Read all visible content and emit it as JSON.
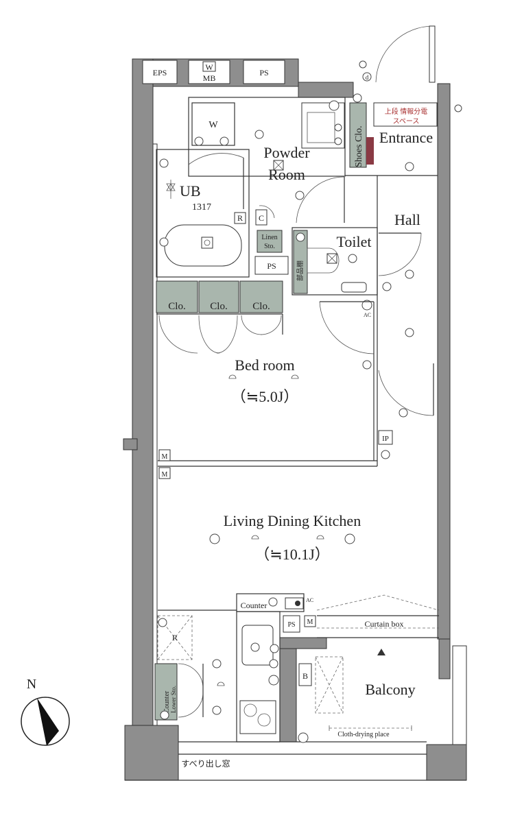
{
  "meters": {
    "eps": "EPS",
    "w": "W",
    "mb": "MB",
    "ps": "PS"
  },
  "rooms": {
    "powder_room": "Powder\nRoom",
    "washer": "W",
    "entrance": "Entrance",
    "shoes_clo": "Shoes Clo.",
    "info_box": "上段 情報分電\nスペース",
    "ub": "UB",
    "ub_size": "1317",
    "linen": "Linen\nSto.",
    "toilet": "Toilet",
    "hall": "Hall",
    "ps": "PS",
    "clo": [
      "Clo.",
      "Clo.",
      "Clo."
    ],
    "bed_room": "Bed room",
    "bed_size": "（≒5.0J）",
    "ldk": "Living Dining Kitchen",
    "ldk_size": "（≒10.1J）",
    "counter": "Counter",
    "counter_lower": "Counter\nLower Sto.",
    "curtain_box": "Curtain box",
    "balcony": "Balcony",
    "cloth_drying": "Cloth-drying place",
    "sliding_window": "すべり出し窓",
    "toilet_sto": "部品棚"
  },
  "symbols": {
    "r": "R",
    "c": "C",
    "m": "M",
    "ip": "IP",
    "ac": "AC",
    "b": "B",
    "d": "d"
  },
  "compass": {
    "north": "N"
  }
}
